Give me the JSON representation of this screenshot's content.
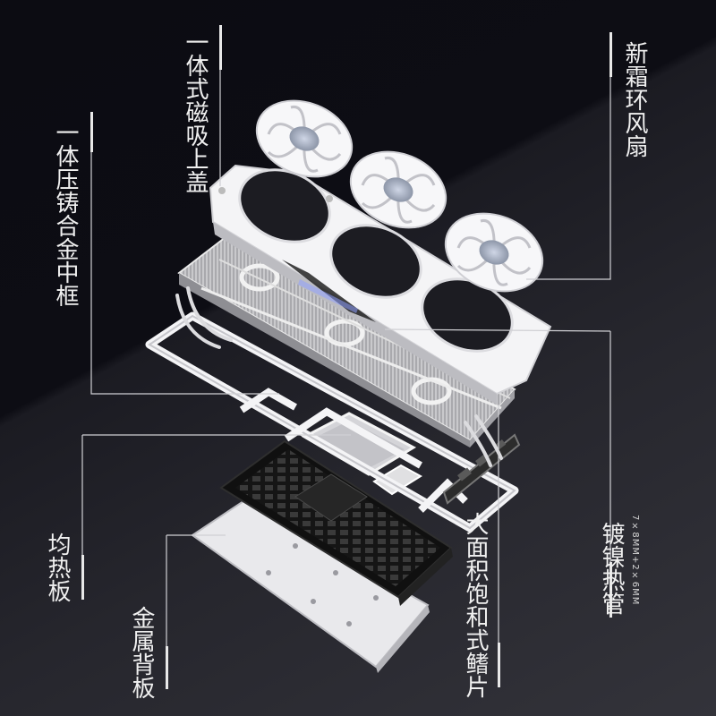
{
  "labels": {
    "top_cover": "一体式磁吸上盖",
    "frame": "一体压铸合金中框",
    "fans": "新霜环风扇",
    "vapor_chamber": "均热板",
    "backplate": "金属背板",
    "fins": "大面积饱和式鳍片",
    "heatpipes": "镀镍热管",
    "heatpipe_spec": "7×8MM+2×6MM"
  },
  "colors": {
    "background_dark": "#0c0c12",
    "background_light": "#33333a",
    "part_white": "#f2f2f2",
    "leader_line": "#d8d8d8"
  }
}
